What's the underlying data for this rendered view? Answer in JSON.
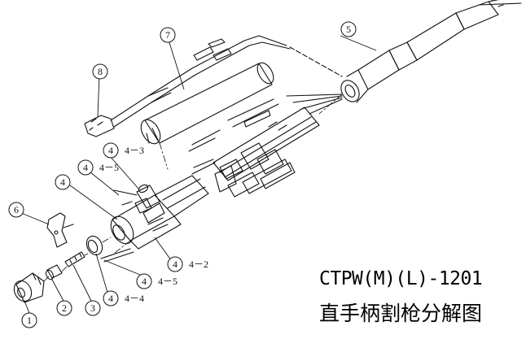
{
  "caption": {
    "model": "CTPW(M)(L)-1201",
    "title": "直手柄割枪分解图"
  },
  "parts": [
    {
      "id": "1",
      "label": "1"
    },
    {
      "id": "2",
      "label": "2"
    },
    {
      "id": "3",
      "label": "3"
    },
    {
      "id": "4",
      "label": "4"
    },
    {
      "id": "4-2",
      "label": "4－2"
    },
    {
      "id": "4-3",
      "label": "4－3"
    },
    {
      "id": "4-4",
      "label": "4－4"
    },
    {
      "id": "4-5a",
      "label": "4－5"
    },
    {
      "id": "4-5b",
      "label": "4－5"
    },
    {
      "id": "5",
      "label": "5"
    },
    {
      "id": "6",
      "label": "6"
    },
    {
      "id": "7",
      "label": "7"
    },
    {
      "id": "8",
      "label": "8"
    }
  ]
}
